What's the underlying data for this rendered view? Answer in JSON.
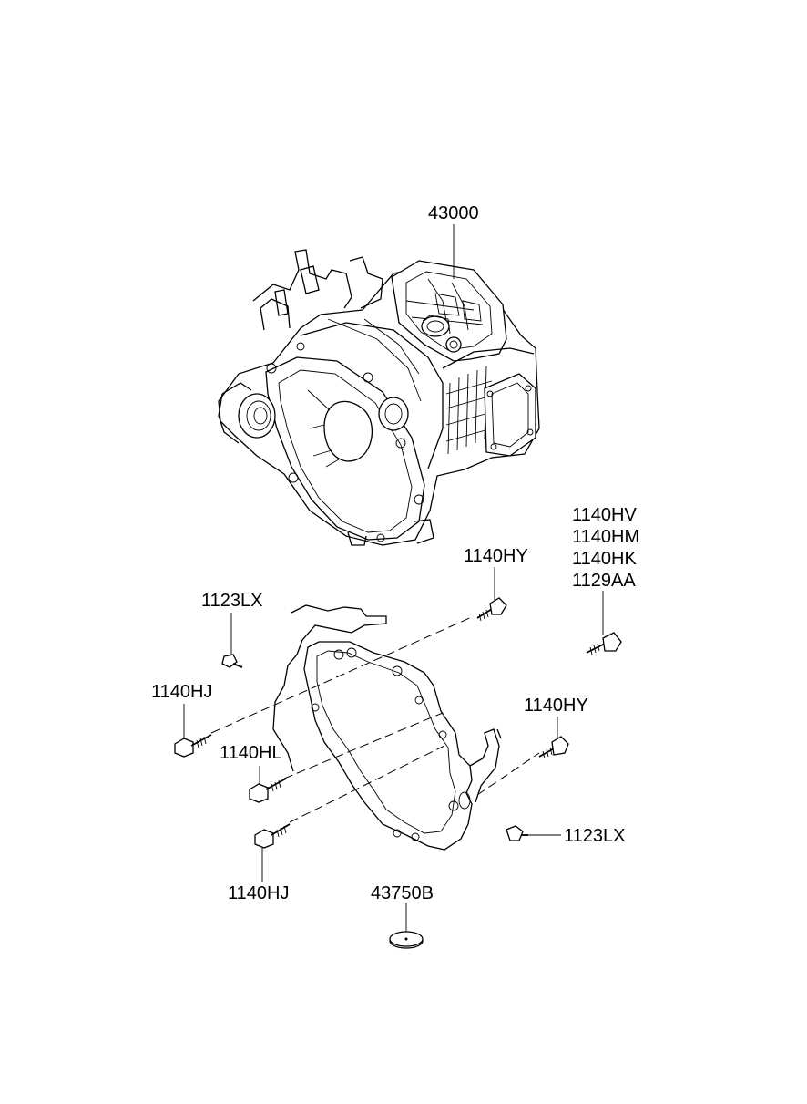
{
  "labels": {
    "transaxle": "43000",
    "bolt_top_right": "1140HY",
    "bolt_group_1": "1140HV",
    "bolt_group_2": "1140HM",
    "bolt_group_3": "1140HK",
    "bolt_group_4": "1129AA",
    "bolt_small_left": "1123LX",
    "bolt_left_upper": "1140HJ",
    "bolt_left_middle": "1140HL",
    "bolt_right_middle": "1140HY",
    "bolt_small_right": "1123LX",
    "bolt_left_lower": "1140HJ",
    "cap": "43750B"
  }
}
